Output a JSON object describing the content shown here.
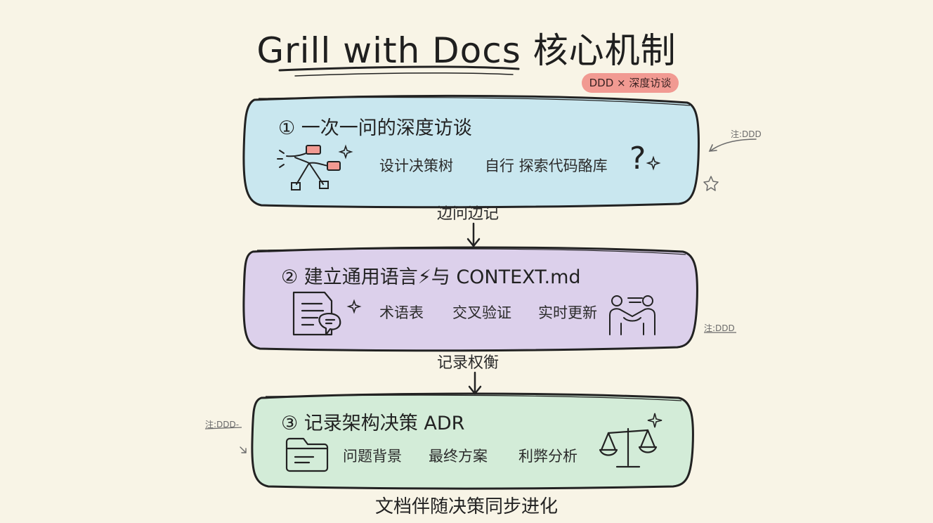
{
  "title": "Grill with Docs 核心机制",
  "badge": "DDD × 深度访谈",
  "steps": [
    {
      "title": "① 一次一问的深度访谈",
      "items": [
        "设计决策树",
        "自行 探索代码酪库"
      ],
      "color": "#c9e7ef"
    },
    {
      "title": "② 建立通用语言⚡与 CONTEXT.md",
      "items": [
        "术语表",
        "交叉验证",
        "实时更新"
      ],
      "color": "#dcd0eb"
    },
    {
      "title": "③ 记录架构决策 ADR",
      "items": [
        "问题背景",
        "最终方案",
        "利弊分析"
      ],
      "color": "#d3ecd8"
    }
  ],
  "connectors": [
    "边问边记",
    "记录权衡"
  ],
  "footer": "文档伴随决策同步进化",
  "notes": {
    "right_top": "注:DDD",
    "right_mid": "注:DDD",
    "left": "注:DDD-"
  },
  "icons": [
    "decision-tree-icon",
    "question-mark-icon",
    "sparkle-icon",
    "document-chat-icon",
    "handshake-icon",
    "folder-icon",
    "balance-scale-icon",
    "star-icon"
  ]
}
